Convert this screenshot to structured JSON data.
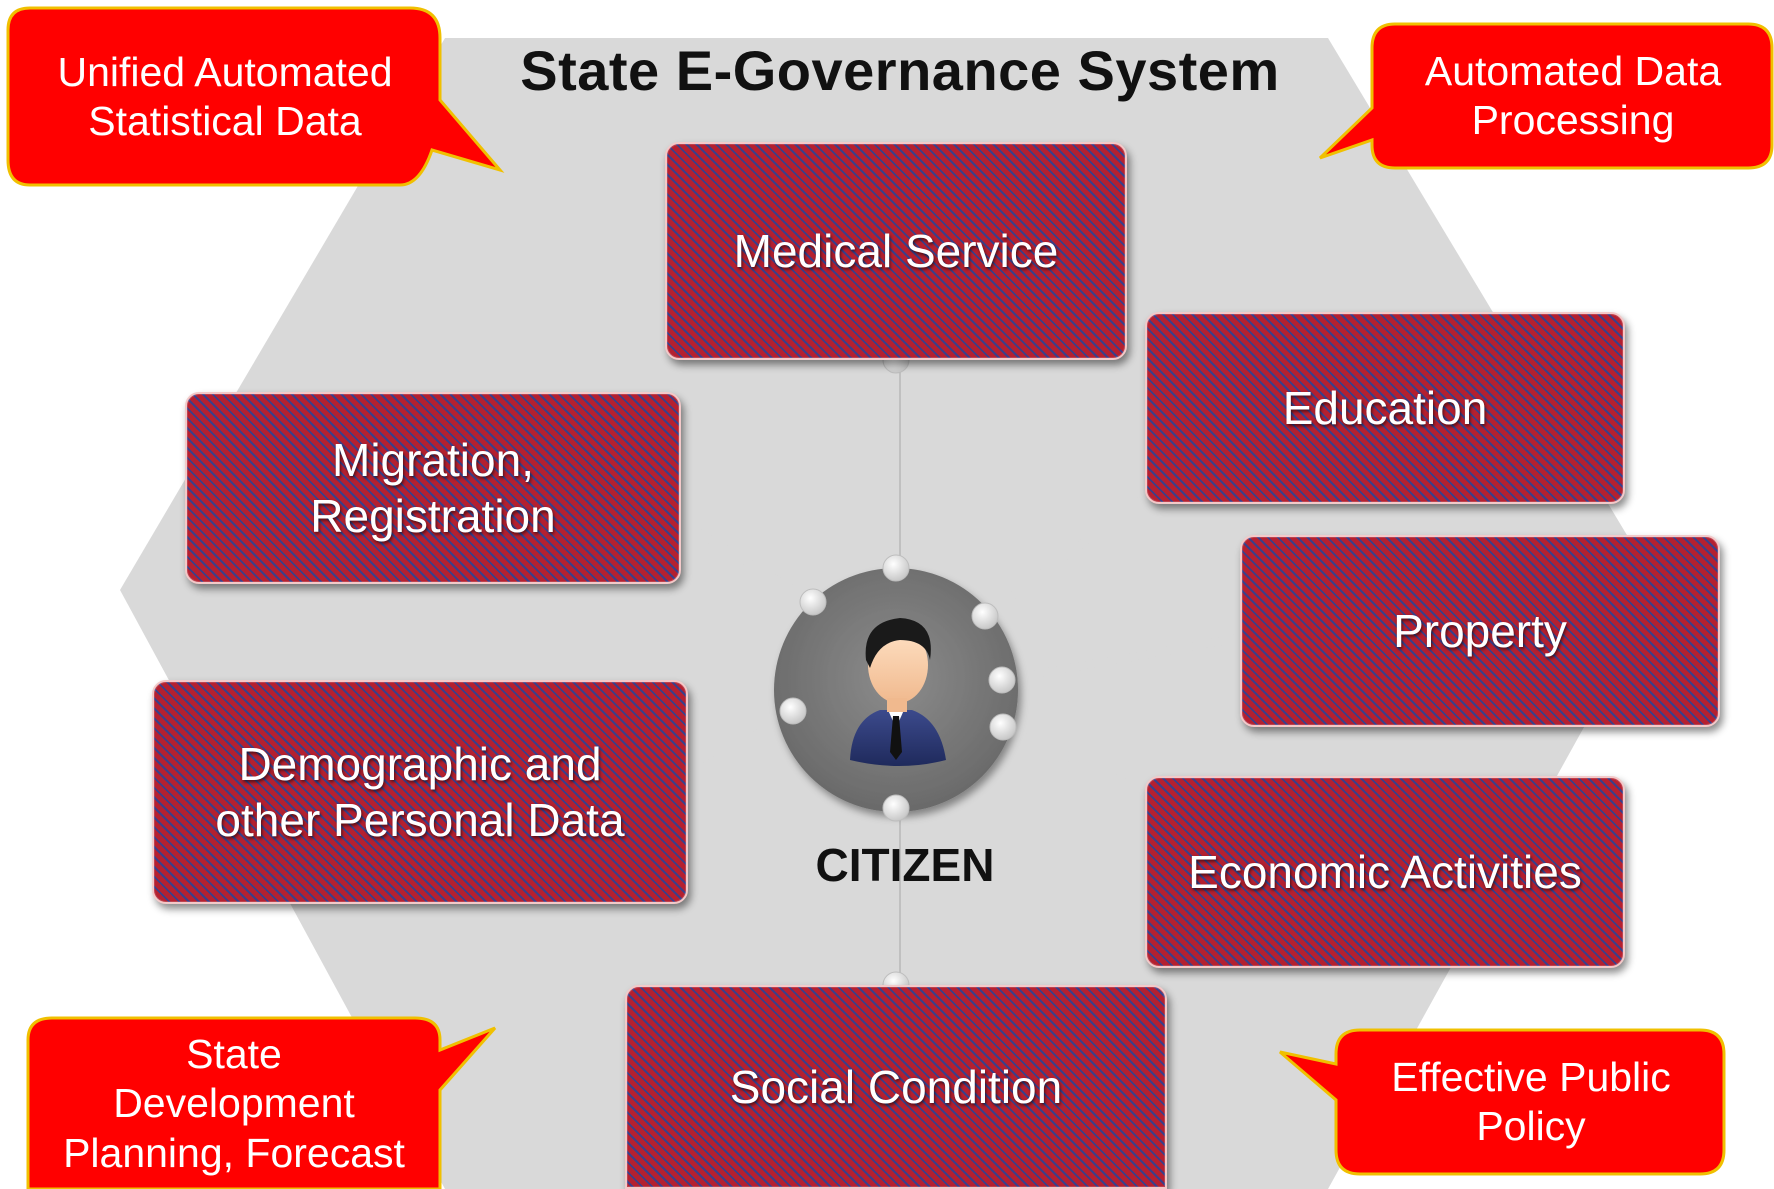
{
  "title": "State E-Governance System",
  "center": {
    "label": "CITIZEN",
    "icon": "businessman-icon"
  },
  "categories": {
    "medical": "Medical Service",
    "education": "Education",
    "migration": "Migration,\nRegistration",
    "property": "Property",
    "demographic": "Demographic and\nother Personal Data",
    "economic": "Economic Activities",
    "social": "Social Condition"
  },
  "callouts": {
    "top_left": "Unified Automated\nStatistical Data",
    "top_right": "Automated Data\nProcessing",
    "bottom_left": "State\nDevelopment\nPlanning, Forecast",
    "bottom_right": "Effective Public\nPolicy"
  },
  "colors": {
    "callout_fill": "#ff0000",
    "callout_border": "#f0c000",
    "box_red": "#b42030",
    "box_blue": "#3a3f8a",
    "hexagon": "#d9d9d9",
    "hub": "#7f7f7f",
    "connector": "#d9d9d9"
  }
}
